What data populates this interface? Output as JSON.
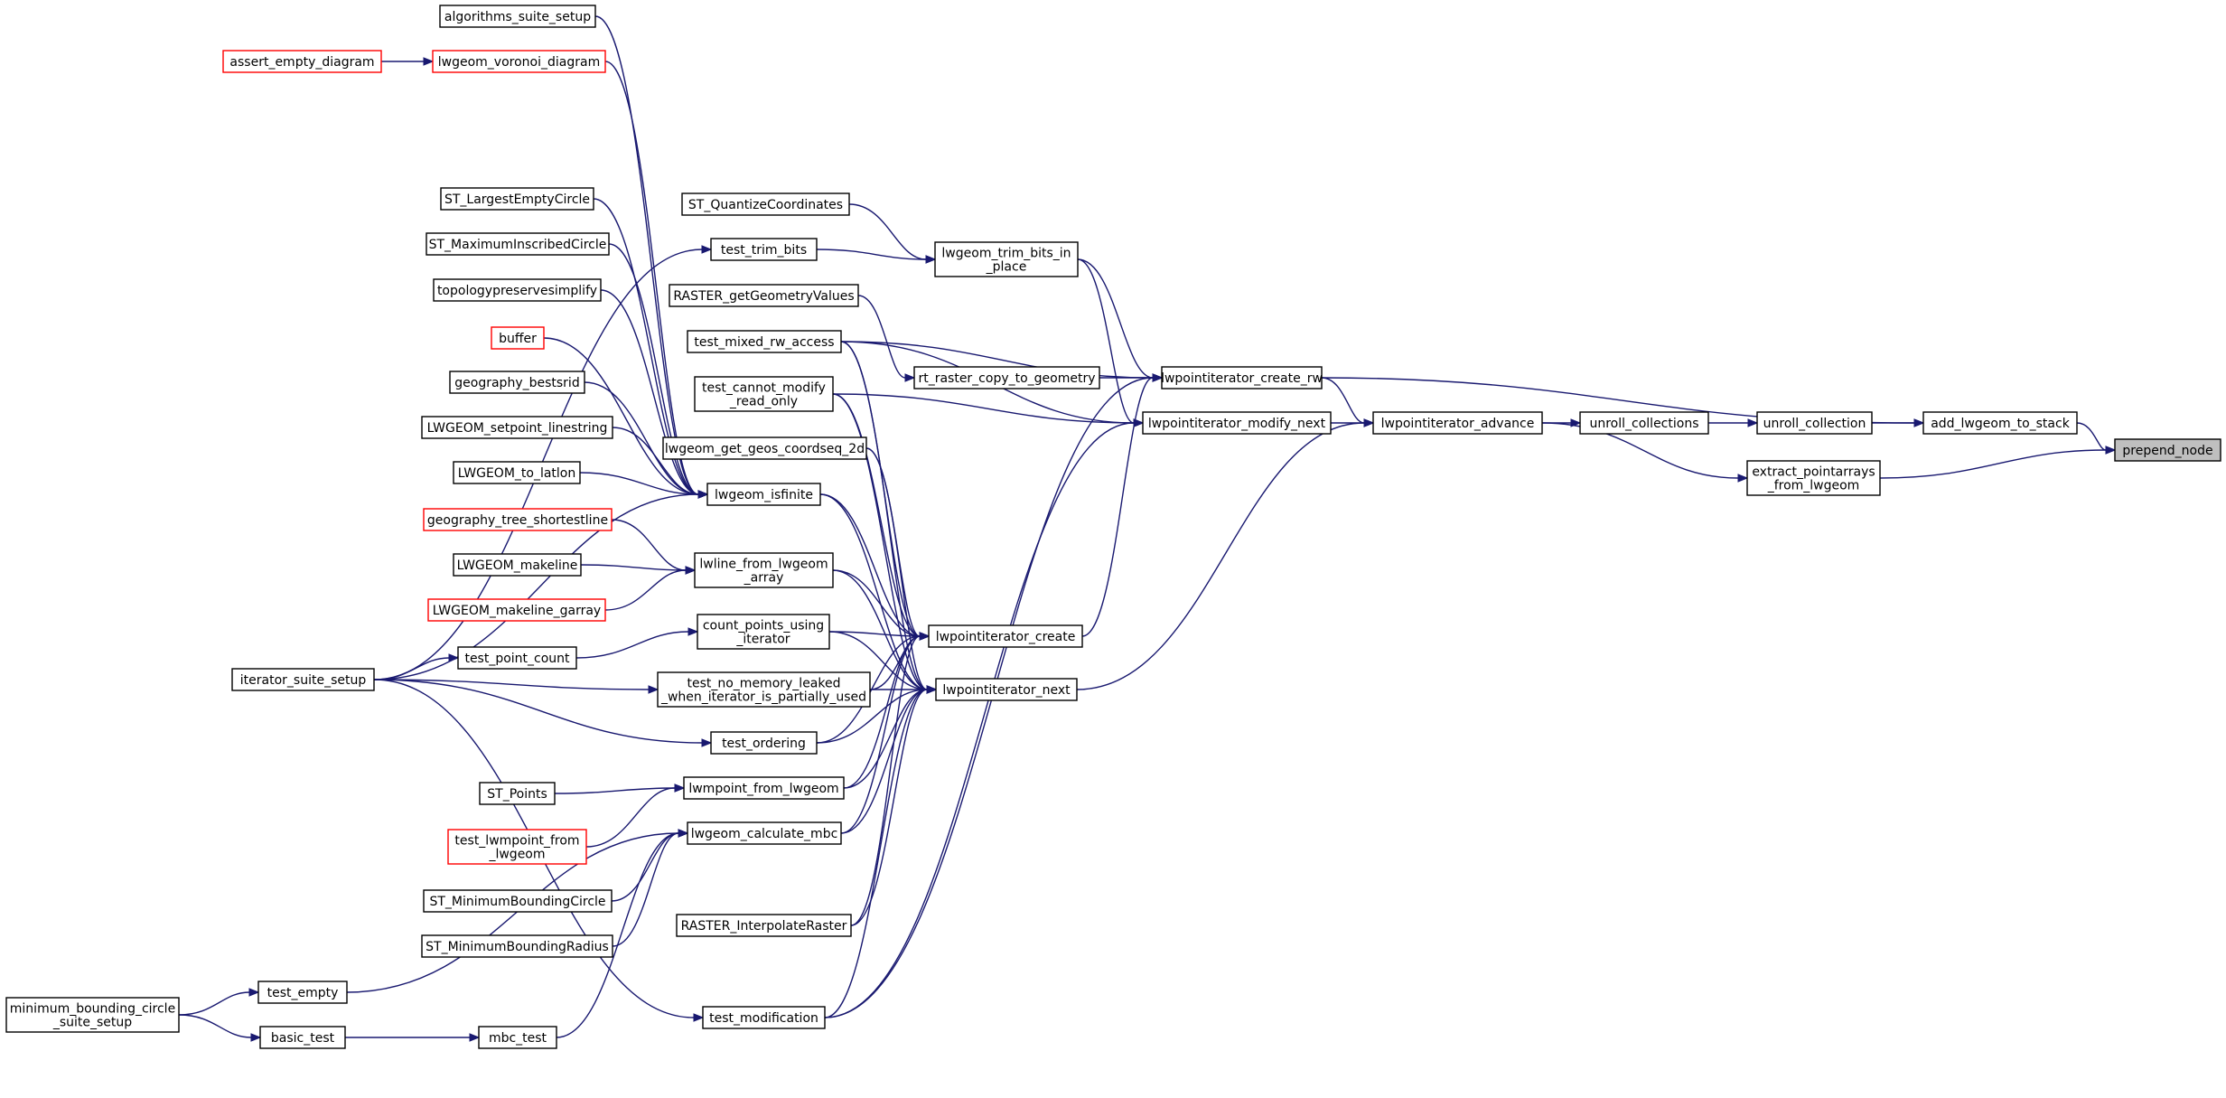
{
  "colors": {
    "edge": "#191970",
    "node_border": "#000000",
    "partial_node_border": "#ff0000",
    "root_fill": "#bfbfbf",
    "background": "#ffffff"
  },
  "nodes": [
    {
      "id": "prepend_node",
      "lines": [
        "prepend_node"
      ],
      "style": "root"
    },
    {
      "id": "add_lwgeom_to_stack",
      "lines": [
        "add_lwgeom_to_stack"
      ],
      "style": "normal"
    },
    {
      "id": "extract_pointarrays",
      "lines": [
        "extract_pointarrays",
        "_from_lwgeom"
      ],
      "style": "normal"
    },
    {
      "id": "unroll_collection",
      "lines": [
        "unroll_collection"
      ],
      "style": "normal"
    },
    {
      "id": "unroll_collections",
      "lines": [
        "unroll_collections"
      ],
      "style": "normal"
    },
    {
      "id": "lwpointiterator_advance",
      "lines": [
        "lwpointiterator_advance"
      ],
      "style": "normal"
    },
    {
      "id": "lwpointiterator_create_rw",
      "lines": [
        "lwpointiterator_create_rw"
      ],
      "style": "normal"
    },
    {
      "id": "lwpointiterator_modify_next",
      "lines": [
        "lwpointiterator_modify_next"
      ],
      "style": "normal"
    },
    {
      "id": "lwpointiterator_create",
      "lines": [
        "lwpointiterator_create"
      ],
      "style": "normal"
    },
    {
      "id": "lwpointiterator_next",
      "lines": [
        "lwpointiterator_next"
      ],
      "style": "normal"
    },
    {
      "id": "lwgeom_trim_bits_in_place",
      "lines": [
        "lwgeom_trim_bits_in",
        "_place"
      ],
      "style": "normal"
    },
    {
      "id": "rt_raster_copy_to_geometry",
      "lines": [
        "rt_raster_copy_to_geometry"
      ],
      "style": "normal"
    },
    {
      "id": "ST_QuantizeCoordinates",
      "lines": [
        "ST_QuantizeCoordinates"
      ],
      "style": "normal"
    },
    {
      "id": "test_trim_bits",
      "lines": [
        "test_trim_bits"
      ],
      "style": "normal"
    },
    {
      "id": "RASTER_getGeometryValues",
      "lines": [
        "RASTER_getGeometryValues"
      ],
      "style": "normal"
    },
    {
      "id": "test_mixed_rw_access",
      "lines": [
        "test_mixed_rw_access"
      ],
      "style": "normal"
    },
    {
      "id": "test_cannot_modify_read_only",
      "lines": [
        "test_cannot_modify",
        "_read_only"
      ],
      "style": "normal"
    },
    {
      "id": "lwgeom_get_geos_coordseq_2d",
      "lines": [
        "lwgeom_get_geos_coordseq_2d"
      ],
      "style": "normal"
    },
    {
      "id": "lwgeom_isfinite",
      "lines": [
        "lwgeom_isfinite"
      ],
      "style": "normal"
    },
    {
      "id": "lwline_from_lwgeom_array",
      "lines": [
        "lwline_from_lwgeom",
        "_array"
      ],
      "style": "normal"
    },
    {
      "id": "count_points_using_iterator",
      "lines": [
        "count_points_using",
        "_iterator"
      ],
      "style": "normal"
    },
    {
      "id": "test_no_memory_leaked",
      "lines": [
        "test_no_memory_leaked",
        "_when_iterator_is_partially_used"
      ],
      "style": "normal"
    },
    {
      "id": "test_ordering",
      "lines": [
        "test_ordering"
      ],
      "style": "normal"
    },
    {
      "id": "lwmpoint_from_lwgeom",
      "lines": [
        "lwmpoint_from_lwgeom"
      ],
      "style": "normal"
    },
    {
      "id": "lwgeom_calculate_mbc",
      "lines": [
        "lwgeom_calculate_mbc"
      ],
      "style": "normal"
    },
    {
      "id": "RASTER_InterpolateRaster",
      "lines": [
        "RASTER_InterpolateRaster"
      ],
      "style": "normal"
    },
    {
      "id": "test_modification",
      "lines": [
        "test_modification"
      ],
      "style": "normal"
    },
    {
      "id": "algorithms_suite_setup",
      "lines": [
        "algorithms_suite_setup"
      ],
      "style": "normal"
    },
    {
      "id": "lwgeom_voronoi_diagram",
      "lines": [
        "lwgeom_voronoi_diagram"
      ],
      "style": "partial"
    },
    {
      "id": "assert_empty_diagram",
      "lines": [
        "assert_empty_diagram"
      ],
      "style": "partial"
    },
    {
      "id": "ST_LargestEmptyCircle",
      "lines": [
        "ST_LargestEmptyCircle"
      ],
      "style": "normal"
    },
    {
      "id": "ST_MaximumInscribedCircle",
      "lines": [
        "ST_MaximumInscribedCircle"
      ],
      "style": "normal"
    },
    {
      "id": "topologypreservesimplify",
      "lines": [
        "topologypreservesimplify"
      ],
      "style": "normal"
    },
    {
      "id": "buffer",
      "lines": [
        "buffer"
      ],
      "style": "partial"
    },
    {
      "id": "geography_bestsrid",
      "lines": [
        "geography_bestsrid"
      ],
      "style": "normal"
    },
    {
      "id": "LWGEOM_setpoint_linestring",
      "lines": [
        "LWGEOM_setpoint_linestring"
      ],
      "style": "normal"
    },
    {
      "id": "LWGEOM_to_latlon",
      "lines": [
        "LWGEOM_to_latlon"
      ],
      "style": "normal"
    },
    {
      "id": "geography_tree_shortestline",
      "lines": [
        "geography_tree_shortestline"
      ],
      "style": "partial"
    },
    {
      "id": "LWGEOM_makeline",
      "lines": [
        "LWGEOM_makeline"
      ],
      "style": "normal"
    },
    {
      "id": "LWGEOM_makeline_garray",
      "lines": [
        "LWGEOM_makeline_garray"
      ],
      "style": "partial"
    },
    {
      "id": "test_point_count",
      "lines": [
        "test_point_count"
      ],
      "style": "normal"
    },
    {
      "id": "iterator_suite_setup",
      "lines": [
        "iterator_suite_setup"
      ],
      "style": "normal"
    },
    {
      "id": "ST_Points",
      "lines": [
        "ST_Points"
      ],
      "style": "normal"
    },
    {
      "id": "test_lwmpoint_from_lwgeom",
      "lines": [
        "test_lwmpoint_from",
        "_lwgeom"
      ],
      "style": "partial"
    },
    {
      "id": "ST_MinimumBoundingCircle",
      "lines": [
        "ST_MinimumBoundingCircle"
      ],
      "style": "normal"
    },
    {
      "id": "ST_MinimumBoundingRadius",
      "lines": [
        "ST_MinimumBoundingRadius"
      ],
      "style": "normal"
    },
    {
      "id": "test_empty",
      "lines": [
        "test_empty"
      ],
      "style": "normal"
    },
    {
      "id": "minimum_bounding_circle_suite_setup",
      "lines": [
        "minimum_bounding_circle",
        "_suite_setup"
      ],
      "style": "normal"
    },
    {
      "id": "basic_test",
      "lines": [
        "basic_test"
      ],
      "style": "normal"
    },
    {
      "id": "mbc_test",
      "lines": [
        "mbc_test"
      ],
      "style": "normal"
    }
  ],
  "edges": [
    [
      "add_lwgeom_to_stack",
      "prepend_node"
    ],
    [
      "extract_pointarrays",
      "prepend_node"
    ],
    [
      "unroll_collection",
      "add_lwgeom_to_stack"
    ],
    [
      "lwpointiterator_create_rw",
      "add_lwgeom_to_stack"
    ],
    [
      "unroll_collections",
      "unroll_collection"
    ],
    [
      "lwpointiterator_advance",
      "unroll_collections"
    ],
    [
      "lwpointiterator_advance",
      "extract_pointarrays"
    ],
    [
      "lwpointiterator_create_rw",
      "lwpointiterator_advance"
    ],
    [
      "lwpointiterator_modify_next",
      "lwpointiterator_advance"
    ],
    [
      "lwpointiterator_next",
      "lwpointiterator_advance"
    ],
    [
      "lwgeom_trim_bits_in_place",
      "lwpointiterator_create_rw"
    ],
    [
      "lwgeom_trim_bits_in_place",
      "lwpointiterator_modify_next"
    ],
    [
      "rt_raster_copy_to_geometry",
      "lwpointiterator_create_rw"
    ],
    [
      "test_mixed_rw_access",
      "lwpointiterator_create_rw"
    ],
    [
      "test_mixed_rw_access",
      "lwpointiterator_modify_next"
    ],
    [
      "test_cannot_modify_read_only",
      "lwpointiterator_modify_next"
    ],
    [
      "test_modification",
      "lwpointiterator_create_rw"
    ],
    [
      "test_modification",
      "lwpointiterator_modify_next"
    ],
    [
      "lwpointiterator_create",
      "lwpointiterator_create_rw"
    ],
    [
      "ST_QuantizeCoordinates",
      "lwgeom_trim_bits_in_place"
    ],
    [
      "test_trim_bits",
      "lwgeom_trim_bits_in_place"
    ],
    [
      "RASTER_getGeometryValues",
      "rt_raster_copy_to_geometry"
    ],
    [
      "test_mixed_rw_access",
      "lwpointiterator_create"
    ],
    [
      "test_mixed_rw_access",
      "lwpointiterator_next"
    ],
    [
      "test_cannot_modify_read_only",
      "lwpointiterator_create"
    ],
    [
      "test_cannot_modify_read_only",
      "lwpointiterator_next"
    ],
    [
      "lwgeom_get_geos_coordseq_2d",
      "lwpointiterator_create"
    ],
    [
      "lwgeom_get_geos_coordseq_2d",
      "lwpointiterator_next"
    ],
    [
      "lwgeom_isfinite",
      "lwpointiterator_create"
    ],
    [
      "lwgeom_isfinite",
      "lwpointiterator_next"
    ],
    [
      "lwline_from_lwgeom_array",
      "lwpointiterator_create"
    ],
    [
      "lwline_from_lwgeom_array",
      "lwpointiterator_next"
    ],
    [
      "count_points_using_iterator",
      "lwpointiterator_create"
    ],
    [
      "count_points_using_iterator",
      "lwpointiterator_next"
    ],
    [
      "test_no_memory_leaked",
      "lwpointiterator_create"
    ],
    [
      "test_no_memory_leaked",
      "lwpointiterator_next"
    ],
    [
      "test_ordering",
      "lwpointiterator_create"
    ],
    [
      "test_ordering",
      "lwpointiterator_next"
    ],
    [
      "lwmpoint_from_lwgeom",
      "lwpointiterator_create"
    ],
    [
      "lwmpoint_from_lwgeom",
      "lwpointiterator_next"
    ],
    [
      "lwgeom_calculate_mbc",
      "lwpointiterator_create"
    ],
    [
      "lwgeom_calculate_mbc",
      "lwpointiterator_next"
    ],
    [
      "RASTER_InterpolateRaster",
      "lwpointiterator_create"
    ],
    [
      "RASTER_InterpolateRaster",
      "lwpointiterator_next"
    ],
    [
      "test_modification",
      "lwpointiterator_next"
    ],
    [
      "algorithms_suite_setup",
      "lwgeom_isfinite"
    ],
    [
      "lwgeom_voronoi_diagram",
      "lwgeom_isfinite"
    ],
    [
      "assert_empty_diagram",
      "lwgeom_voronoi_diagram"
    ],
    [
      "ST_LargestEmptyCircle",
      "lwgeom_isfinite"
    ],
    [
      "ST_MaximumInscribedCircle",
      "lwgeom_isfinite"
    ],
    [
      "topologypreservesimplify",
      "lwgeom_isfinite"
    ],
    [
      "buffer",
      "lwgeom_isfinite"
    ],
    [
      "geography_bestsrid",
      "lwgeom_isfinite"
    ],
    [
      "LWGEOM_setpoint_linestring",
      "lwgeom_isfinite"
    ],
    [
      "LWGEOM_to_latlon",
      "lwgeom_isfinite"
    ],
    [
      "iterator_suite_setup",
      "lwgeom_isfinite"
    ],
    [
      "iterator_suite_setup",
      "test_trim_bits"
    ],
    [
      "geography_tree_shortestline",
      "lwline_from_lwgeom_array"
    ],
    [
      "LWGEOM_makeline",
      "lwline_from_lwgeom_array"
    ],
    [
      "LWGEOM_makeline_garray",
      "lwline_from_lwgeom_array"
    ],
    [
      "test_point_count",
      "count_points_using_iterator"
    ],
    [
      "iterator_suite_setup",
      "test_point_count"
    ],
    [
      "iterator_suite_setup",
      "test_no_memory_leaked"
    ],
    [
      "iterator_suite_setup",
      "test_ordering"
    ],
    [
      "iterator_suite_setup",
      "test_modification"
    ],
    [
      "ST_Points",
      "lwmpoint_from_lwgeom"
    ],
    [
      "test_lwmpoint_from_lwgeom",
      "lwmpoint_from_lwgeom"
    ],
    [
      "ST_MinimumBoundingCircle",
      "lwgeom_calculate_mbc"
    ],
    [
      "ST_MinimumBoundingRadius",
      "lwgeom_calculate_mbc"
    ],
    [
      "test_empty",
      "lwgeom_calculate_mbc"
    ],
    [
      "mbc_test",
      "lwgeom_calculate_mbc"
    ],
    [
      "minimum_bounding_circle_suite_setup",
      "test_empty"
    ],
    [
      "minimum_bounding_circle_suite_setup",
      "basic_test"
    ],
    [
      "basic_test",
      "mbc_test"
    ]
  ]
}
